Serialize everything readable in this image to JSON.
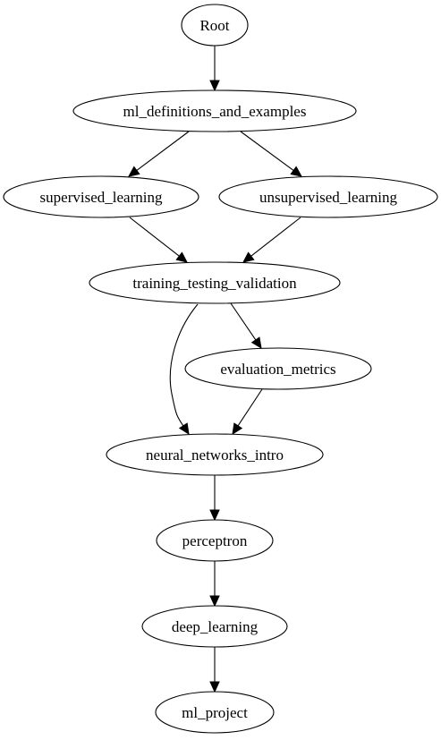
{
  "diagram": {
    "nodes": [
      {
        "id": "root",
        "label": "Root"
      },
      {
        "id": "ml_definitions_and_examples",
        "label": "ml_definitions_and_examples"
      },
      {
        "id": "supervised_learning",
        "label": "supervised_learning"
      },
      {
        "id": "unsupervised_learning",
        "label": "unsupervised_learning"
      },
      {
        "id": "training_testing_validation",
        "label": "training_testing_validation"
      },
      {
        "id": "evaluation_metrics",
        "label": "evaluation_metrics"
      },
      {
        "id": "neural_networks_intro",
        "label": "neural_networks_intro"
      },
      {
        "id": "perceptron",
        "label": "perceptron"
      },
      {
        "id": "deep_learning",
        "label": "deep_learning"
      },
      {
        "id": "ml_project",
        "label": "ml_project"
      }
    ],
    "edges": [
      {
        "from": "root",
        "to": "ml_definitions_and_examples"
      },
      {
        "from": "ml_definitions_and_examples",
        "to": "supervised_learning"
      },
      {
        "from": "ml_definitions_and_examples",
        "to": "unsupervised_learning"
      },
      {
        "from": "supervised_learning",
        "to": "training_testing_validation"
      },
      {
        "from": "unsupervised_learning",
        "to": "training_testing_validation"
      },
      {
        "from": "training_testing_validation",
        "to": "neural_networks_intro"
      },
      {
        "from": "training_testing_validation",
        "to": "evaluation_metrics"
      },
      {
        "from": "evaluation_metrics",
        "to": "neural_networks_intro"
      },
      {
        "from": "neural_networks_intro",
        "to": "perceptron"
      },
      {
        "from": "perceptron",
        "to": "deep_learning"
      },
      {
        "from": "deep_learning",
        "to": "ml_project"
      }
    ]
  }
}
